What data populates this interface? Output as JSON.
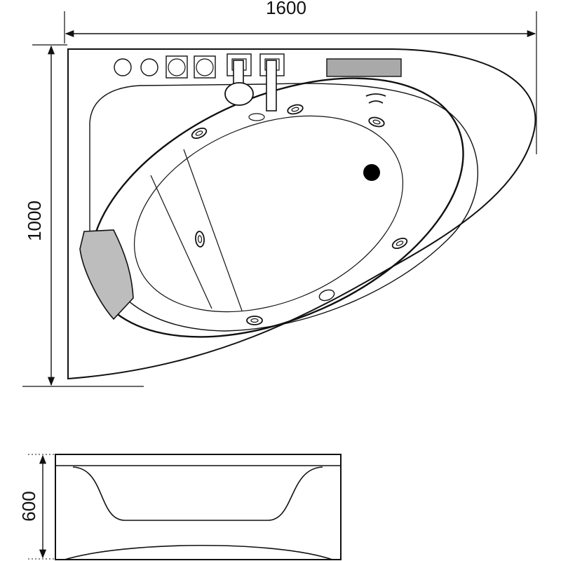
{
  "plan_view": {
    "width_label": "1600",
    "depth_label": "1000"
  },
  "side_view": {
    "height_label": "600"
  },
  "colors": {
    "line": "#111111",
    "headrest": "#bdbdbd",
    "control_panel": "#a9a9a9",
    "drain": "#000000"
  },
  "components": {
    "round_buttons": 2,
    "square_buttons": 2,
    "faucet_mounts": 2,
    "wall_jets": 6
  }
}
